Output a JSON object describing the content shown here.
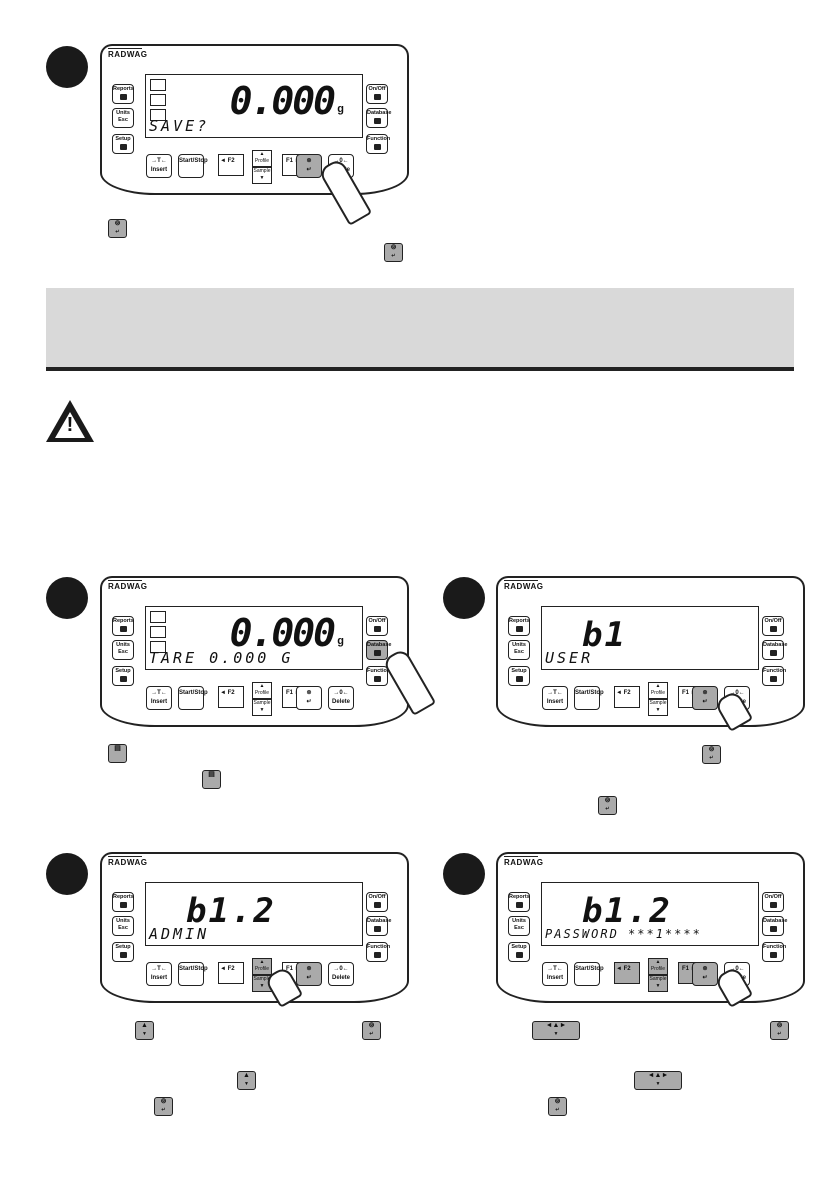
{
  "brand": "RADWAG",
  "panels": [
    {
      "id": "p1",
      "weight": "0.000",
      "unit": "g",
      "message": "SAVE?",
      "big": ""
    },
    {
      "id": "p2",
      "weight": "0.000",
      "unit": "g",
      "message": "TARE 0.000 G",
      "big": ""
    },
    {
      "id": "p3",
      "weight": "",
      "unit": "",
      "message": "USER",
      "big": "b1"
    },
    {
      "id": "p4",
      "weight": "",
      "unit": "",
      "message": "ADMIN",
      "big": "b1.2"
    },
    {
      "id": "p5",
      "weight": "",
      "unit": "",
      "message": "PASSWORD ***1****",
      "big": "b1.2"
    }
  ],
  "buttons": {
    "reports": "Reports",
    "units": "Units",
    "esc": "Esc",
    "setup": "Setup",
    "onoff": "On/Off",
    "database": "Database",
    "function": "Function",
    "tare": "→T←",
    "insert": "Insert",
    "startstop": "Start/Stop",
    "profile": "Profile",
    "sample": "Sample",
    "f2": "◄ F2",
    "f1": "F1 ►",
    "zero": "→0←",
    "delete": "Delete"
  }
}
